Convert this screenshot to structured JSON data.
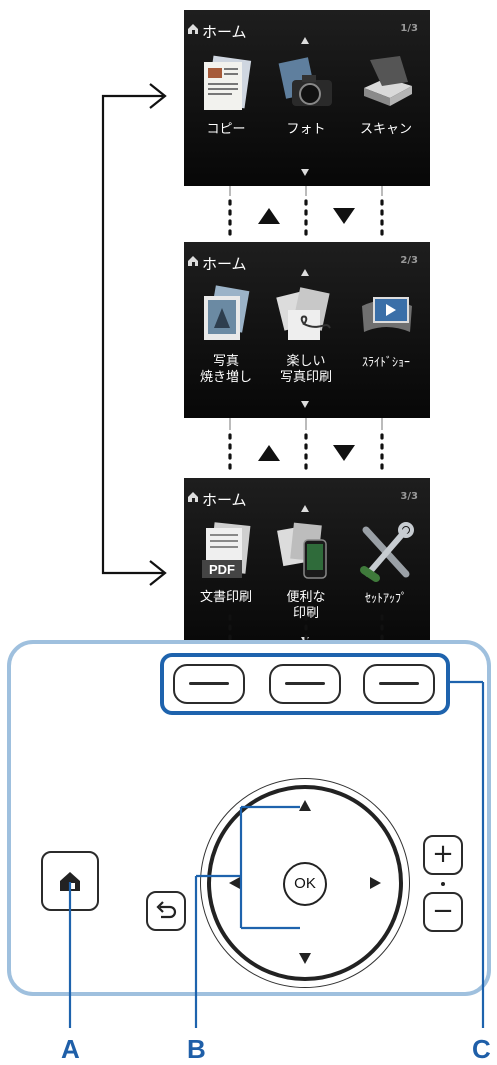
{
  "screens": [
    {
      "title": "ホーム",
      "page": "1/3",
      "items": [
        {
          "label": "コピー",
          "icon": "copy-icon"
        },
        {
          "label": "フォト",
          "icon": "photo-camera-icon"
        },
        {
          "label": "スキャン",
          "icon": "scanner-icon"
        }
      ]
    },
    {
      "title": "ホーム",
      "page": "2/3",
      "items": [
        {
          "label": "写真\n焼き増し",
          "icon": "photo-reprint-icon"
        },
        {
          "label": "楽しい\n写真印刷",
          "icon": "fun-photo-print-icon"
        },
        {
          "label": "ｽﾗｲﾄﾞｼｮｰ",
          "icon": "slideshow-icon"
        }
      ]
    },
    {
      "title": "ホーム",
      "page": "3/3",
      "items": [
        {
          "label": "文書印刷",
          "icon": "pdf-document-icon"
        },
        {
          "label": "便利な\n印刷",
          "icon": "smartphone-print-icon"
        },
        {
          "label": "ｾｯﾄｱｯﾌﾟ",
          "icon": "setup-tools-icon"
        }
      ]
    }
  ],
  "pdf_badge": "PDF",
  "control_panel": {
    "ok_label": "OK",
    "plus_label": "+",
    "minus_label": "−"
  },
  "callouts": {
    "a": "A",
    "b": "B",
    "c": "C"
  },
  "colors": {
    "screen_bg": "#0b0b0b",
    "panel_border": "#9fc0de",
    "callout_blue": "#1f5fa8",
    "callout_frame": "#1e63ad"
  }
}
